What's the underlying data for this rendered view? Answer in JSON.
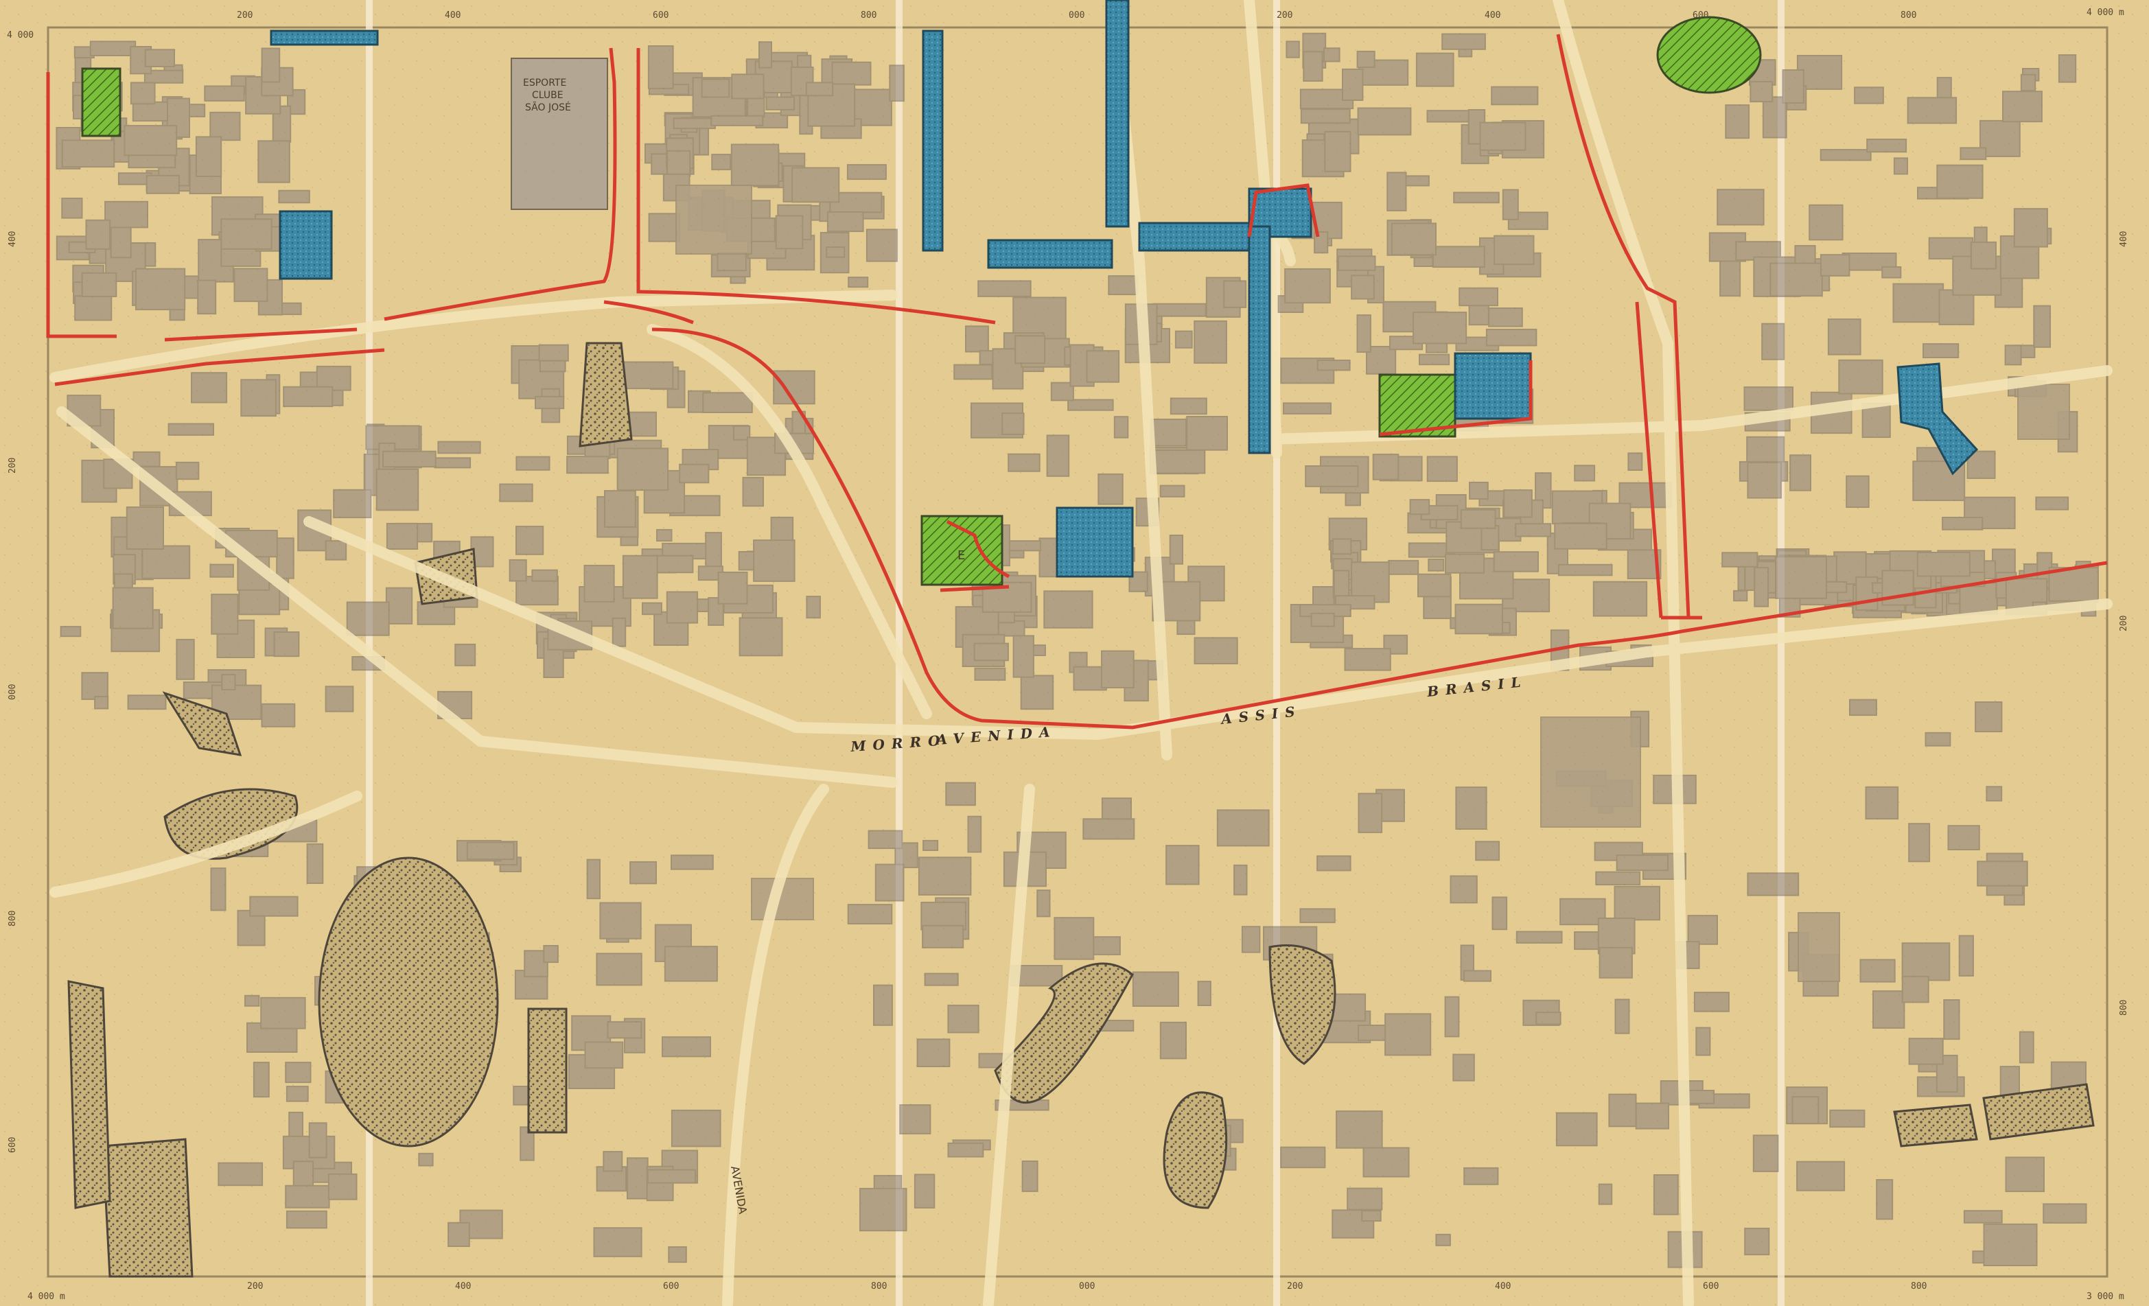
{
  "map": {
    "labels": {
      "club_line1": "ESPORTE",
      "club_line2": "CLUBE",
      "club_line3": "SÃO JOSÉ",
      "avenue_word1": "MORRO",
      "avenue_word2": "AVENIDA",
      "avenue_word3": "ASSIS",
      "avenue_word4": "BRASIL",
      "vertical_street": "AVENIDA",
      "zone_e": "E"
    },
    "coordinates": {
      "top_left": "4 000",
      "top_right": "4 000 m",
      "bottom_left": "4 000 m",
      "bottom_right": "3 000 m",
      "top_ticks": [
        "200",
        "400",
        "600",
        "800",
        "000",
        "200",
        "400",
        "600",
        "800"
      ],
      "bottom_ticks": [
        "200",
        "400",
        "600",
        "800",
        "000",
        "200",
        "400",
        "600",
        "800"
      ],
      "left_ticks": [
        "400",
        "200",
        "000",
        "800",
        "600"
      ],
      "right_ticks": [
        "400",
        "200",
        "800"
      ]
    },
    "colors": {
      "paper": "#e8d29e",
      "paper_dark": "#d7bd82",
      "block": "#8a7e78",
      "street": "#f3e3b6",
      "red_boundary": "#d93a2e",
      "green_zone": "#7bbf3a",
      "blue_zone": "#3d8aa8",
      "vegetation": "#5c5448"
    }
  }
}
